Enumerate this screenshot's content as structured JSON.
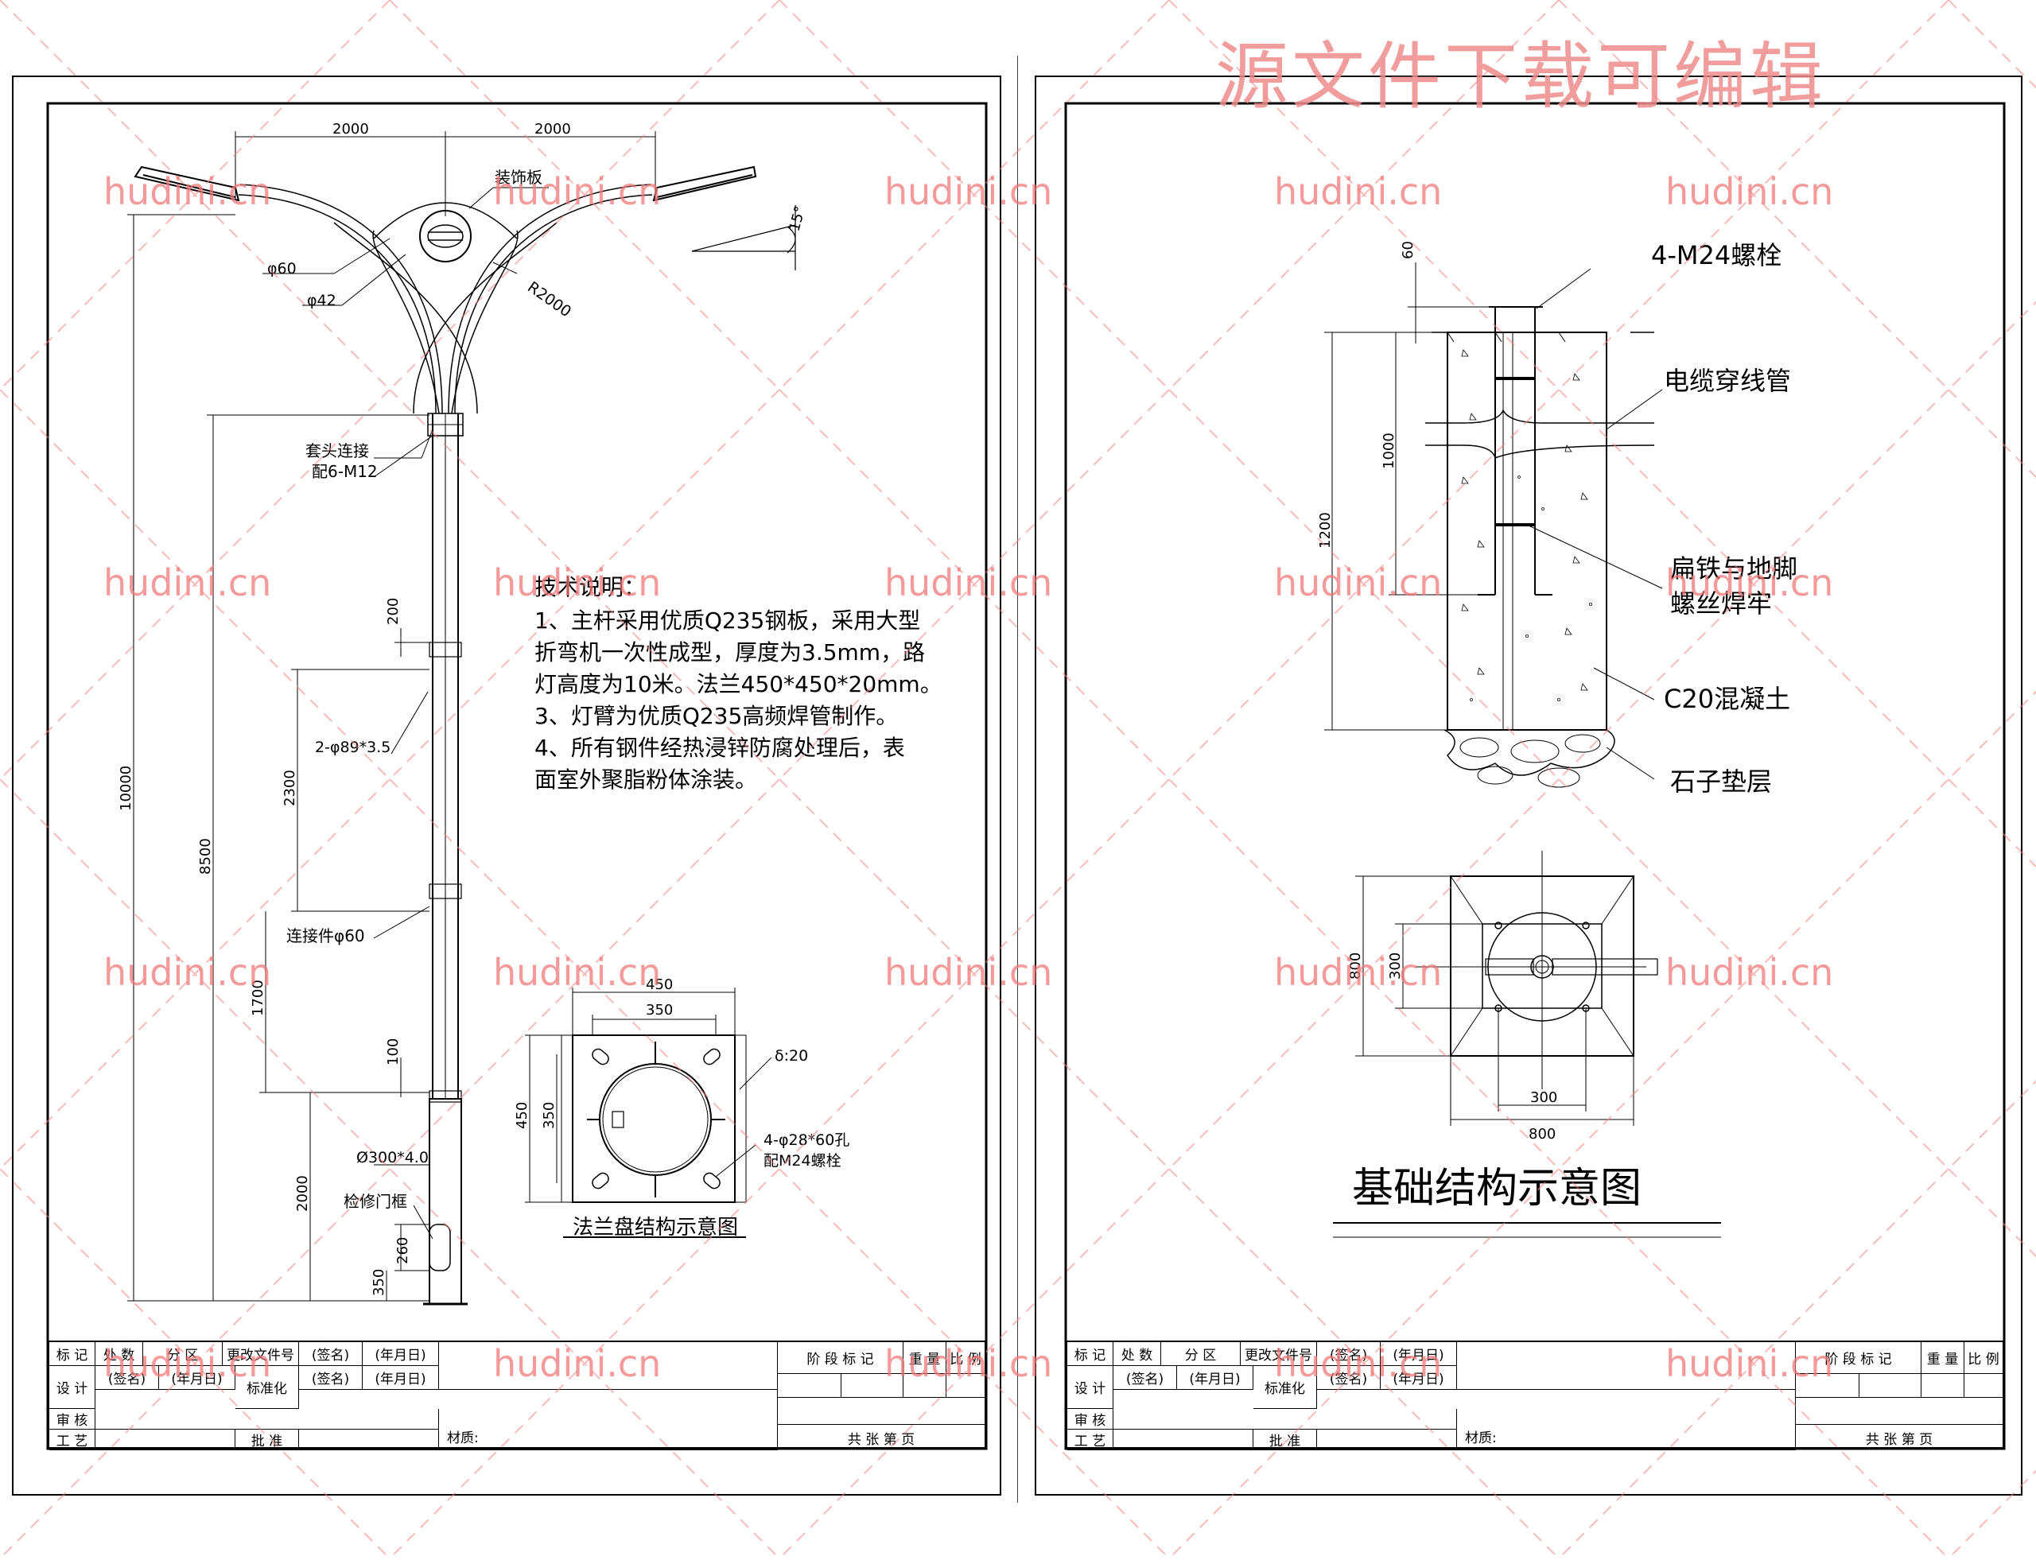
{
  "banner": "源文件下载可编辑",
  "watermark": "hudini.cn",
  "left": {
    "dims_top": [
      "2000",
      "2000"
    ],
    "labels": {
      "deco_plate": "装饰板",
      "angle": "15°",
      "phi60": "φ60",
      "phi42": "φ42",
      "r2000": "R2000",
      "joint": "套头连接",
      "joint_bolt": "配6-M12",
      "pipe": "2-φ89*3.5",
      "connector": "连接件φ60",
      "base_dia": "Ø300*4.0",
      "door": "检修门框"
    },
    "vdims": {
      "total": "10000",
      "h8500": "8500",
      "h200": "200",
      "h2300": "2300",
      "h1700": "1700",
      "h100": "100",
      "h2000": "2000",
      "h260": "260",
      "h350": "350"
    },
    "tech": {
      "title": "技术说明：",
      "lines": [
        "1、主杆采用优质Q235钢板，采用大型",
        "折弯机一次性成型，厚度为3.5mm，路",
        "灯高度为10米。法兰450*450*20mm。",
        "3、灯臂为优质Q235高频焊管制作。",
        "4、所有钢件经热浸锌防腐处理后，表",
        "面室外聚脂粉体涂装。"
      ]
    },
    "flange": {
      "w450": "450",
      "w350": "350",
      "h450": "450",
      "h350": "350",
      "thick": "δ:20",
      "holes": "4-φ28*60孔",
      "holes_bolt": "配M24螺栓",
      "title": "法兰盘结构示意图"
    }
  },
  "right": {
    "labels": {
      "bolt": "4-M24螺栓",
      "cable": "电缆穿线管",
      "flat1": "扁铁与地脚",
      "flat2": "螺丝焊牢",
      "concrete": "C20混凝土",
      "gravel": "石子垫层"
    },
    "vdims": {
      "h60": "60",
      "h1000": "1000",
      "h1200": "1200",
      "p800": "800",
      "p300": "300"
    },
    "hdims": {
      "w300": "300",
      "w800": "800"
    },
    "title": "基础结构示意图"
  },
  "title_block": {
    "row1": [
      "标 记",
      "处 数",
      "分 区",
      "更改文件号",
      "(签名)",
      "(年月日)"
    ],
    "row2": [
      "设 计",
      "(签名)",
      "(年月日)",
      "标准化",
      "(签名)",
      "(年月日)"
    ],
    "row3": [
      "审 核"
    ],
    "row4": [
      "工 艺",
      "批 准"
    ],
    "stage": "阶 段 标 记",
    "weight": "重 量",
    "scale": "比 例",
    "material": "材质:",
    "sheets": "共    张    第    页"
  }
}
